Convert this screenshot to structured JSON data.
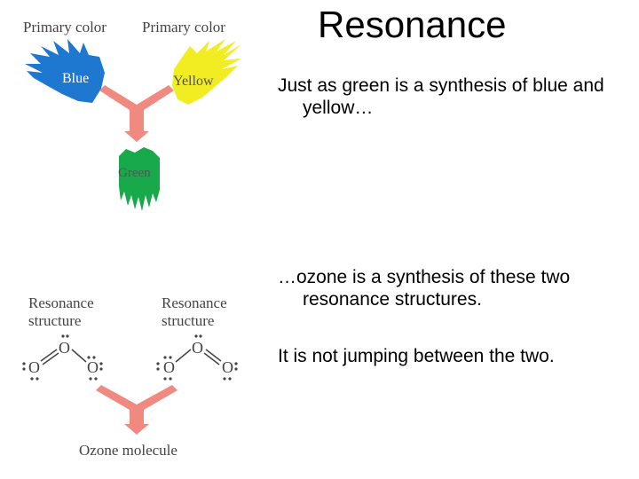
{
  "slide": {
    "title": "Resonance",
    "paragraphs": [
      "Just as green is a synthesis of blue and yellow…",
      "…ozone is a synthesis of these two resonance structures.",
      "It is not jumping between the two."
    ]
  },
  "color_figure": {
    "label_left": "Primary color",
    "label_right": "Primary color",
    "blob_left": "Blue",
    "blob_right": "Yellow",
    "blob_bottom": "Green",
    "colors": {
      "blue": "#1e78d0",
      "yellow": "#f2ec22",
      "green": "#18a94a",
      "arrow": "#f08a80"
    }
  },
  "ozone_figure": {
    "label_left_line1": "Resonance",
    "label_left_line2": "structure",
    "label_right_line1": "Resonance",
    "label_right_line2": "structure",
    "atom": "O",
    "caption": "Ozone molecule"
  }
}
